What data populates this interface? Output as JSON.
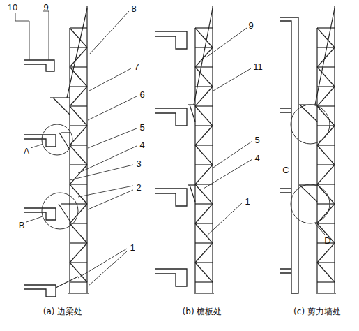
{
  "diagram": {
    "labels": [
      "10",
      "9",
      "8",
      "7",
      "6",
      "A",
      "5",
      "4",
      "3",
      "2",
      "B",
      "1",
      "9",
      "11",
      "5",
      "4",
      "1",
      "C",
      "D",
      "(a) 边梁处",
      "(b) 檐板处",
      "(c) 剪力墙处"
    ]
  }
}
